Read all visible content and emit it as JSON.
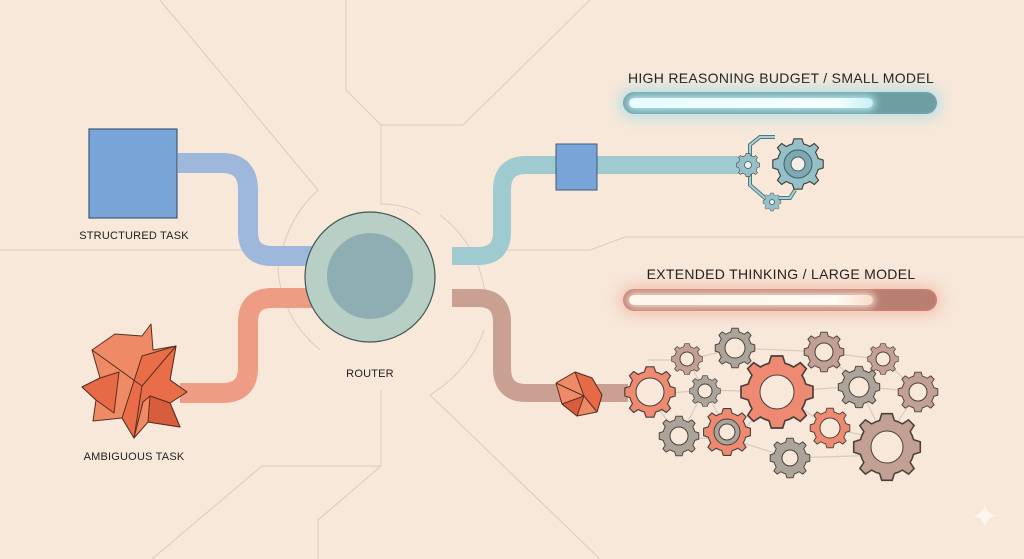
{
  "diagram": {
    "inputs": [
      {
        "label": "STRUCTURED TASK",
        "shape": "square",
        "color": "#79a4d8"
      },
      {
        "label": "AMBIGUOUS TASK",
        "shape": "spiky-polyhedron",
        "color": "#ee8262"
      }
    ],
    "router": {
      "label": "ROUTER",
      "outer_color": "#b8cfc5",
      "inner_color": "#8eaeb4"
    },
    "outputs": [
      {
        "title": "HIGH REASONING BUDGET / SMALL MODEL",
        "meter_fill_percent": 80,
        "theme": "blue",
        "accent": "#9fcbd0",
        "gears": "small-gear-cluster"
      },
      {
        "title": "EXTENDED THINKING / LARGE MODEL",
        "meter_fill_percent": 80,
        "theme": "red",
        "accent": "#ee8262",
        "gears": "large-gear-network"
      }
    ],
    "colors": {
      "background": "#f7e8da",
      "structured_path": "#9db8da",
      "ambiguous_path": "#ee9c84",
      "blue_out_path": "#9fcbd0",
      "red_out_path": "#c9a091",
      "gear_red": "#ee8a72",
      "gear_grey": "#aaa49a",
      "gear_taupe": "#c2a194",
      "gear_blue": "#94c0c9"
    },
    "watermark_icon": "sparkle-icon"
  }
}
